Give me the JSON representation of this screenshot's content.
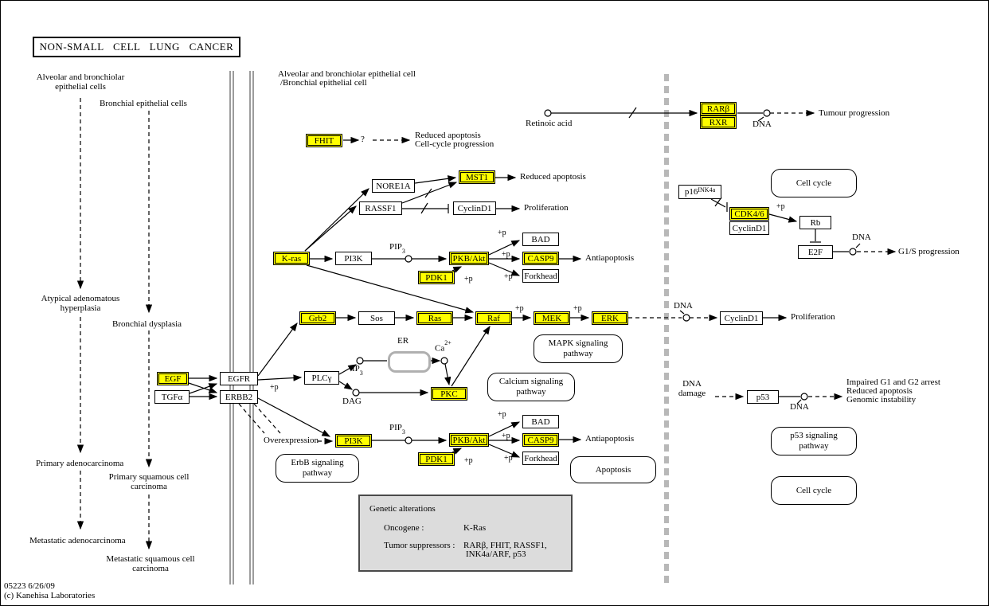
{
  "title": "NON-SMALL CELL LUNG CANCER",
  "header": {
    "line1": "Alveolar and bronchiolar epithelial cell",
    "line2": "/Bronchial epithelial cell"
  },
  "progression": {
    "col_a": [
      "Alveolar and bronchiolar epithelial cells",
      "Atypical adenomatous hyperplasia",
      "Primary adenocarcinoma",
      "Metastatic adenocarcinoma"
    ],
    "col_b": [
      "Bronchial epithelial cells",
      "Bronchial dysplasia",
      "Primary squamous cell carcinoma",
      "Metastatic squamous cell carcinoma"
    ]
  },
  "genes": {
    "fhit": "FHIT",
    "rarb": "RARβ",
    "rxr": "RXR",
    "nore1a": "NORE1A",
    "rassf1": "RASSF1",
    "mst1": "MST1",
    "cyclind1": "CyclinD1",
    "kras": "K-ras",
    "pi3k": "PI3K",
    "pkb": "PKB/Akt",
    "pdk1": "PDK1",
    "bad": "BAD",
    "casp9": "CASP9",
    "forkhead": "Forkhead",
    "grb2": "Grb2",
    "sos": "Sos",
    "ras": "Ras",
    "raf": "Raf",
    "mek": "MEK",
    "erk": "ERK",
    "egf": "EGF",
    "tgfa": "TGFα",
    "egfr": "EGFR",
    "erbb2": "ERBB2",
    "plcg": "PLCγ",
    "pkc": "PKC",
    "p16": "p16",
    "p16_sup": "INK4a",
    "cdk46": "CDK4/6",
    "rb": "Rb",
    "e2f": "E2F",
    "p53": "p53"
  },
  "pathway_boxes": {
    "cell_cycle": "Cell cycle",
    "mapk": "MAPK signaling pathway",
    "calcium": "Calcium signaling pathway",
    "erbb": "ErbB signaling pathway",
    "apoptosis": "Apoptosis",
    "p53_signaling": "p53 signaling pathway"
  },
  "annotations": {
    "question": "?",
    "reduced_apoptosis": "Reduced apoptosis",
    "cell_cycle_progression": "Cell-cycle progression",
    "retinoic_acid": "Retinoic acid",
    "dna": "DNA",
    "tumour_progression": "Tumour progression",
    "proliferation": "Proliferation",
    "antiapoptosis": "Antiapoptosis",
    "plus_p": "+p",
    "pip": "PIP",
    "pip_sub": "3",
    "ip": "IP",
    "ip_sub": "3",
    "dag": "DAG",
    "er": "ER",
    "ca": "Ca",
    "ca_sup": "2+",
    "overexpression": "Overexpression",
    "dna_damage": "DNA damage",
    "g1s_progression": "G1/S progression",
    "p53_outcomes": [
      "Impaired G1 and G2 arrest",
      "Reduced apoptosis",
      "Genomic instability"
    ]
  },
  "genetic_alterations": {
    "title": "Genetic alterations",
    "oncogene_label": "Oncogene :",
    "oncogene_value": "K-Ras",
    "suppressors_label": "Tumor suppressors :",
    "suppressors_value1": "RARβ, FHIT, RASSF1,",
    "suppressors_value2": "INK4a/ARF, p53"
  },
  "footer": {
    "map_id": "05223 6/26/09",
    "copyright": "(c) Kanehisa Laboratories"
  },
  "colors": {
    "highlight": "#FFFF00",
    "membrane": "#9C9C9C",
    "alterations_bg": "#DCDCDC"
  }
}
